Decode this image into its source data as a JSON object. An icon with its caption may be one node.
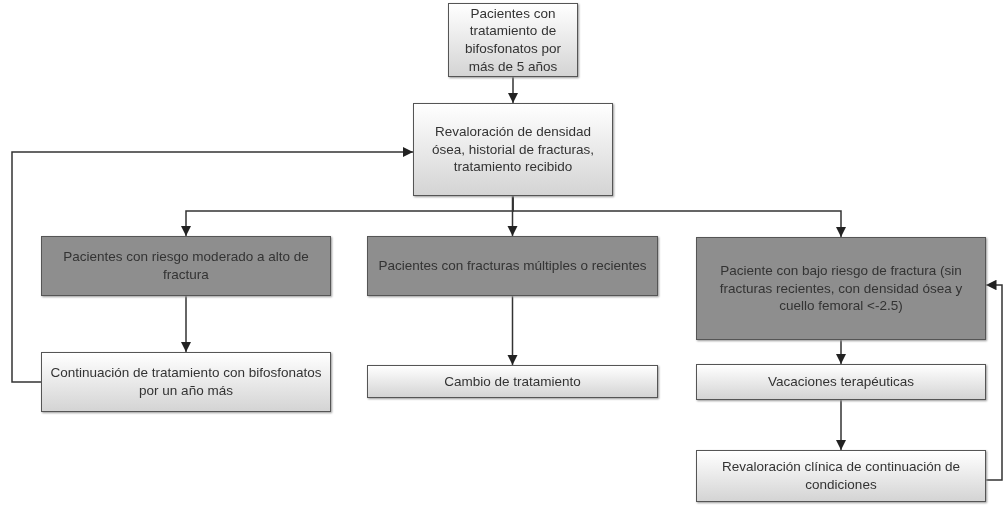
{
  "diagram": {
    "nodes": [
      {
        "text": [
          "Pacientes con tratamiento de bifosfonatos por más de 5 años"
        ]
      },
      {
        "text": [
          "Revaloración de densidad ósea, historial de fracturas, tratamiento recibido"
        ]
      },
      {
        "text": [
          "Pacientes con riesgo moderado a alto de fractura"
        ]
      },
      {
        "text": [
          "Pacientes con fracturas múltiples o recientes"
        ]
      },
      {
        "text": [
          "Paciente con bajo riesgo de fractura (sin fracturas recientes, con densidad ósea y cuello femoral <-2.5)"
        ]
      },
      {
        "text": [
          "Continuación de tratamiento con bifosfonatos por un año más"
        ]
      },
      {
        "text": [
          "Cambio de tratamiento"
        ]
      },
      {
        "text": [
          "Vacaciones terapéuticas"
        ]
      },
      {
        "text": [
          "Revaloración clínica de continuación de condiciones"
        ]
      }
    ],
    "edges": [
      {
        "from": 0,
        "to": 1,
        "arrow": "to"
      },
      {
        "from": 1,
        "to": 2,
        "arrow": "to"
      },
      {
        "from": 1,
        "to": 3,
        "arrow": "to"
      },
      {
        "from": 1,
        "to": 4,
        "arrow": "to"
      },
      {
        "from": 2,
        "to": 5,
        "arrow": "to"
      },
      {
        "from": 3,
        "to": 6,
        "arrow": "to"
      },
      {
        "from": 4,
        "to": 7,
        "arrow": "to"
      },
      {
        "from": 7,
        "to": 8,
        "arrow": "to"
      },
      {
        "from": 5,
        "to": 1,
        "arrow": "to"
      },
      {
        "from": 8,
        "to": 4,
        "arrow": "to"
      }
    ]
  }
}
